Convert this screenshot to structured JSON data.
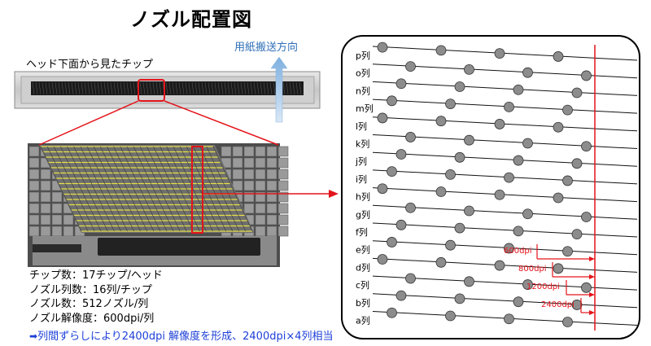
{
  "title": "ノズル配置図",
  "head_caption": "ヘッド下面から見たチップ",
  "direction_label": "用紙搬送方向",
  "specs": [
    "チップ数：17チップ/ヘッド",
    "ノズル列数：16列/チップ",
    "ノズル数：512ノズル/列",
    "ノズル解像度：600dpi/列"
  ],
  "note": "列間ずらしにより2400dpi 解像度を形成、2400dpi×4列相当",
  "note_icon": "arrow-right-icon",
  "rows": [
    "p列",
    "o列",
    "n列",
    "m列",
    "l列",
    "k列",
    "j列",
    "i列",
    "h列",
    "g列",
    "f列",
    "e列",
    "d列",
    "c列",
    "b列",
    "a列"
  ],
  "dimensions": [
    "600dpi",
    "800dpi",
    "1200dpi",
    "2400dpi"
  ],
  "colors": {
    "highlight": "#e3141b",
    "direction_arrow": "#9dc3e6",
    "nozzle_fill": "#8c8c8c",
    "note_text": "#1d3fd8"
  }
}
